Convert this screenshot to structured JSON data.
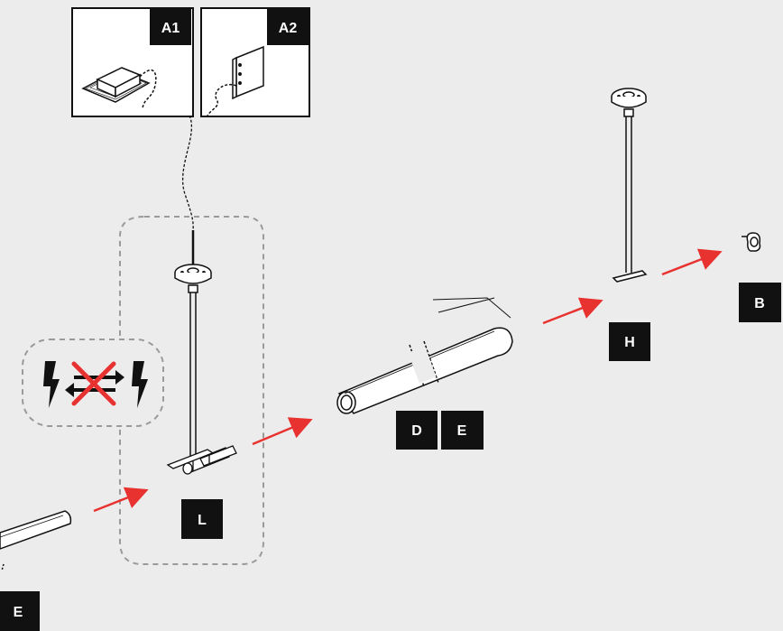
{
  "labels": {
    "a1": "A1",
    "a2": "A2",
    "b": "B",
    "h": "H",
    "d": "D",
    "e_mid": "E",
    "l": "L",
    "e_bottom": "E"
  },
  "icons": {
    "cable_connector": "cable-connector-icon",
    "wall_mount": "wall-mount-icon",
    "power_forbidden": "power-disconnect-warning-icon",
    "ceiling_pendant": "ceiling-pendant-icon",
    "end_cap": "end-cap-clip-icon",
    "track": "track-profile-icon",
    "feed_connector": "feed-connector-icon"
  },
  "colors": {
    "background": "#ececec",
    "label_box": "#111111",
    "arrow": "#e8322f",
    "dashed_outline": "#9a9a9a",
    "warning_cross": "#e8322f"
  }
}
